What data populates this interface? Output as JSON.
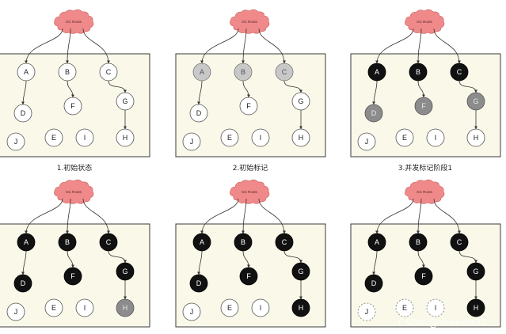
{
  "roots_label": "GC Roots",
  "colors": {
    "panel_fill": "#faf8e9",
    "panel_stroke": "#3a3a3a",
    "cloud_fill": "#f08a8a",
    "cloud_stroke": "#c95a5a",
    "white": "#ffffff",
    "gray": "#c8c8c8",
    "gray_dark": "#8c8c8c",
    "black": "#111111",
    "edge": "#333333"
  },
  "watermark": "CSDN @zhexiao27",
  "panels": [
    {
      "caption": "1.初始状态",
      "nodes": {
        "A": "white",
        "B": "white",
        "C": "white",
        "D": "white",
        "F": "white",
        "G": "white",
        "J": "white",
        "E": "white",
        "I": "white",
        "H": "white"
      }
    },
    {
      "caption": "2.初始标记",
      "nodes": {
        "A": "gray",
        "B": "gray",
        "C": "gray",
        "D": "white",
        "F": "white",
        "G": "white",
        "J": "white",
        "E": "white",
        "I": "white",
        "H": "white"
      }
    },
    {
      "caption": "3.并发标记阶段1",
      "nodes": {
        "A": "black",
        "B": "black",
        "C": "black",
        "D": "gray_dark",
        "F": "gray_dark",
        "G": "gray_dark",
        "J": "white",
        "E": "white",
        "I": "white",
        "H": "white"
      }
    },
    {
      "caption": "",
      "nodes": {
        "A": "black",
        "B": "black",
        "C": "black",
        "D": "black",
        "F": "black",
        "G": "black",
        "J": "white",
        "E": "white",
        "I": "white",
        "H": "gray_dark"
      }
    },
    {
      "caption": "",
      "nodes": {
        "A": "black",
        "B": "black",
        "C": "black",
        "D": "black",
        "F": "black",
        "G": "black",
        "J": "white",
        "E": "white",
        "I": "white",
        "H": "black"
      }
    },
    {
      "caption": "",
      "nodes": {
        "A": "black",
        "B": "black",
        "C": "black",
        "D": "black",
        "F": "black",
        "G": "black",
        "J": "dashed",
        "E": "dashed",
        "I": "dashed",
        "H": "black"
      }
    }
  ]
}
